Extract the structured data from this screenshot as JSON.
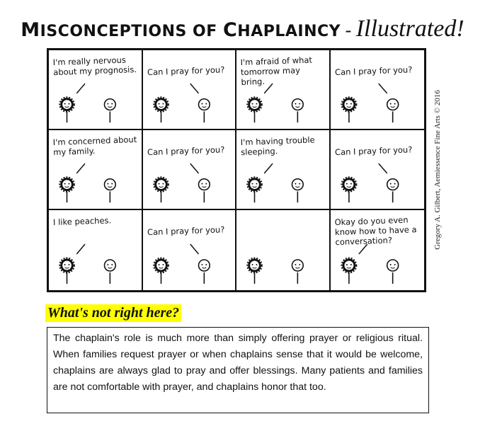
{
  "title": {
    "main_first": "M",
    "main_rest": "ISCONCEPTIONS OF ",
    "main_second": "C",
    "main_rest2": "HAPLAINCY",
    "dash": " - ",
    "script": "Illustrated!"
  },
  "comic": {
    "panels": [
      {
        "speech": "I'm really nervous about my prognosis.",
        "speaker": "left"
      },
      {
        "speech": "Can I pray for you?",
        "speaker": "right"
      },
      {
        "speech": "I'm afraid of what tomorrow may bring.",
        "speaker": "left"
      },
      {
        "speech": "Can I pray for you?",
        "speaker": "right"
      },
      {
        "speech": "I'm concerned about my family.",
        "speaker": "left"
      },
      {
        "speech": "Can I pray for you?",
        "speaker": "right"
      },
      {
        "speech": "I'm having trouble sleeping.",
        "speaker": "left"
      },
      {
        "speech": "Can I pray for you?",
        "speaker": "right"
      },
      {
        "speech": "I like peaches.",
        "speaker": "left"
      },
      {
        "speech": "Can I pray for you?",
        "speaker": "right"
      },
      {
        "speech": "",
        "speaker": "none"
      },
      {
        "speech": "Okay do you even know how to have a conversation?",
        "speaker": "left"
      }
    ],
    "signature": "Gilbert",
    "credit": "Gregory A. Gilbert, Aemiessence Fine Arts © 2016"
  },
  "question": "What's not right here?",
  "answer": "The chaplain's role is much more than simply offering prayer or religious ritual.  When families request prayer or when chaplains sense that it would be welcome, chaplains are always glad to pray and offer blessings. Many patients and families are not comfortable with prayer, and chaplains honor that too.",
  "colors": {
    "highlight": "#ffff00",
    "ink": "#111111"
  }
}
